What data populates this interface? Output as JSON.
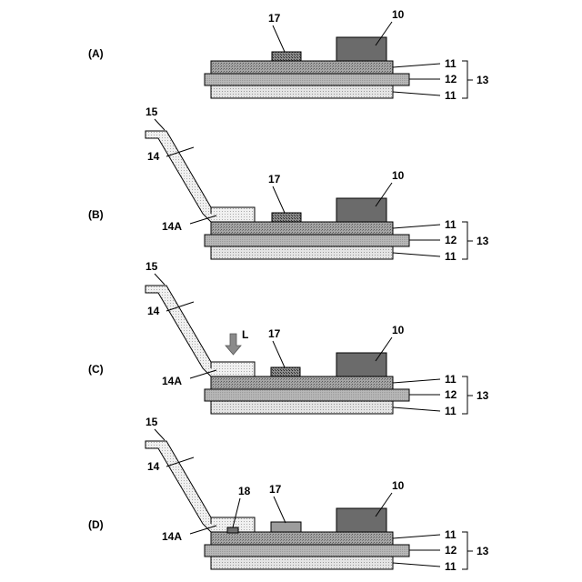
{
  "panels": [
    {
      "id": "A",
      "label": "(A)",
      "components": {
        "member_10": "10",
        "member_17": "17",
        "layer_11_top": "11",
        "layer_12": "12",
        "layer_11_bottom": "11",
        "laminate_13": "13"
      }
    },
    {
      "id": "B",
      "label": "(B)",
      "components": {
        "member_10": "10",
        "member_17": "17",
        "layer_11_top": "11",
        "layer_12": "12",
        "layer_11_bottom": "11",
        "laminate_13": "13",
        "fpc_15": "15",
        "lead_14": "14",
        "lead_end_14A": "14A"
      }
    },
    {
      "id": "C",
      "label": "(C)",
      "components": {
        "member_10": "10",
        "member_17": "17",
        "layer_11_top": "11",
        "layer_12": "12",
        "layer_11_bottom": "11",
        "laminate_13": "13",
        "fpc_15": "15",
        "lead_14": "14",
        "lead_end_14A": "14A",
        "laser_L": "L"
      }
    },
    {
      "id": "D",
      "label": "(D)",
      "components": {
        "member_10": "10",
        "member_17": "17",
        "layer_11_top": "11",
        "layer_12": "12",
        "layer_11_bottom": "11",
        "laminate_13": "13",
        "fpc_15": "15",
        "lead_14": "14",
        "lead_end_14A": "14A",
        "weld_18": "18"
      }
    }
  ],
  "colors": {
    "member_10": "#6b6b6b",
    "layer_12": "#b5b5b5",
    "layer_11_top": "#9a9a9a",
    "layer_11_bottom": "#d9d9d9",
    "lead_fill": "#eeeeee",
    "arrow_L": "#8a8a8a",
    "weld_18": "#6e6e6e"
  },
  "icons": {
    "laser_L": "down-arrow-icon"
  }
}
